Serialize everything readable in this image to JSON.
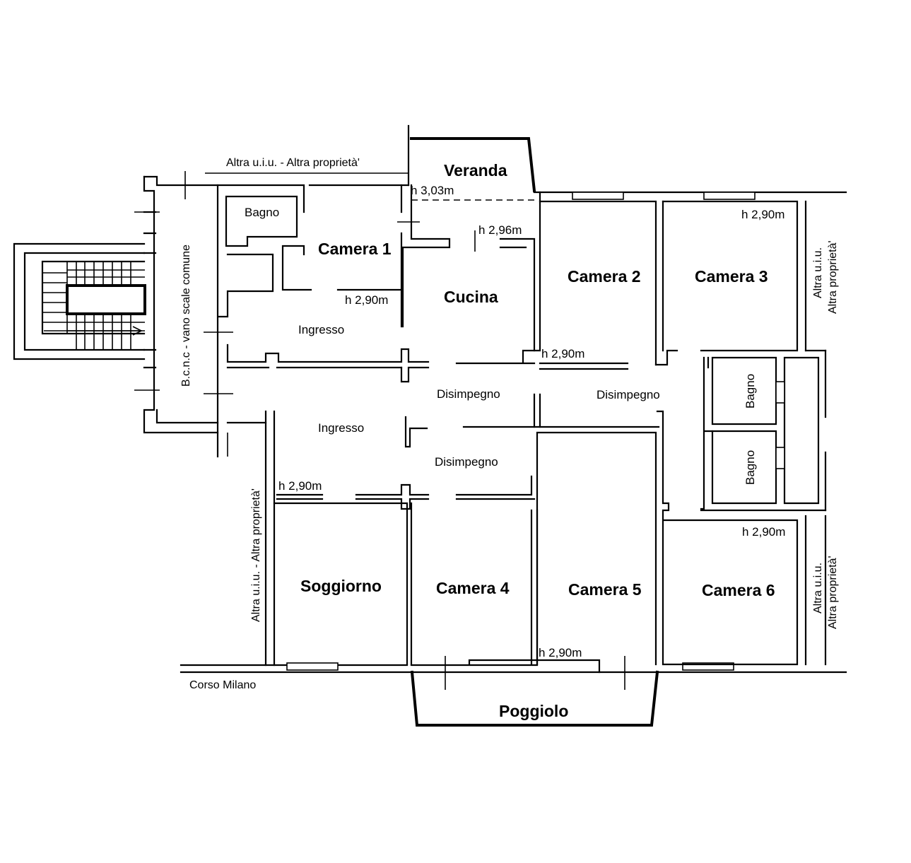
{
  "rooms": {
    "veranda": "Veranda",
    "camera1": "Camera 1",
    "camera2": "Camera 2",
    "camera3": "Camera 3",
    "camera4": "Camera 4",
    "camera5": "Camera 5",
    "camera6": "Camera 6",
    "cucina": "Cucina",
    "soggiorno": "Soggiorno",
    "poggiolo": "Poggiolo",
    "bagno_top": "Bagno",
    "bagno_right_upper": "Bagno",
    "bagno_right_lower": "Bagno",
    "ingresso_upper": "Ingresso",
    "ingresso_lower": "Ingresso",
    "disimpegno_center": "Disimpegno",
    "disimpegno_right": "Disimpegno",
    "disimpegno_lower": "Disimpegno"
  },
  "heights": {
    "veranda": "h 3,03m",
    "veranda_lower": "h 2,96m",
    "camera1": "h 2,90m",
    "camera2": "h 2,90m",
    "camera3": "h 2,90m",
    "soggiorno": "h 2,90m",
    "camera5": "h 2,90m",
    "camera6": "h 2,90m"
  },
  "context": {
    "top_neighbor": "Altra u.i.u. - Altra proprietà'",
    "stairwell": "B.c.n.c - vano scale comune",
    "left_neighbor": "Altra u.i.u. - Altra proprietà'",
    "right_neighbor_upper_1": "Altra u.i.u.",
    "right_neighbor_upper_2": "Altra proprietà'",
    "right_neighbor_lower_1": "Altra u.i.u.",
    "right_neighbor_lower_2": "Altra proprietà'",
    "street": "Corso Milano"
  }
}
